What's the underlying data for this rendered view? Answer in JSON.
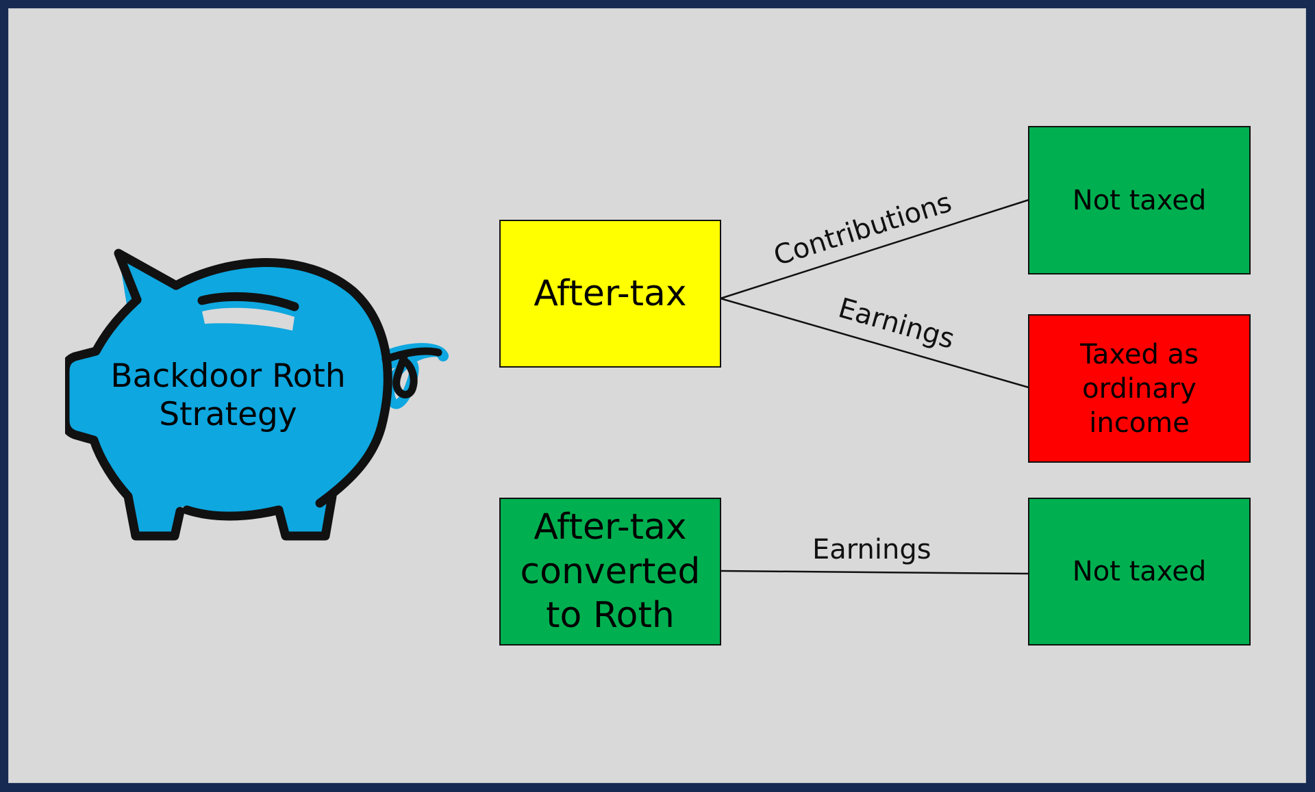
{
  "colors": {
    "frame": "#172a52",
    "background": "#d9d9d9",
    "piggy_fill": "#0ea7e0",
    "after_tax": "#ffff00",
    "not_taxed": "#00b050",
    "taxed": "#ff0000",
    "converted": "#00b050"
  },
  "piggy": {
    "icon": "piggy-bank-icon",
    "label": "Backdoor Roth\nStrategy"
  },
  "nodes": {
    "after_tax": {
      "label": "After-tax"
    },
    "converted": {
      "label": "After-tax\nconverted\nto Roth"
    },
    "not_taxed_1": {
      "label": "Not taxed"
    },
    "taxed_ordinary": {
      "label": "Taxed as\nordinary\nincome"
    },
    "not_taxed_2": {
      "label": "Not taxed"
    }
  },
  "edges": {
    "contributions": {
      "label": "Contributions",
      "from": "after_tax",
      "to": "not_taxed_1"
    },
    "earnings_taxed": {
      "label": "Earnings",
      "from": "after_tax",
      "to": "taxed_ordinary"
    },
    "earnings_roth": {
      "label": "Earnings",
      "from": "converted",
      "to": "not_taxed_2"
    }
  }
}
